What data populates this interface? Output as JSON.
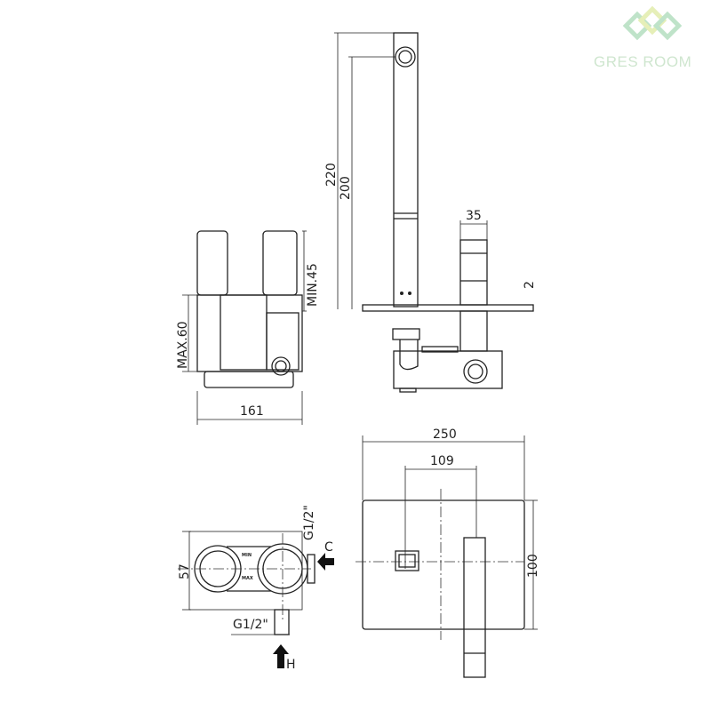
{
  "logo": {
    "text": "GRES ROOM",
    "colors": {
      "green": "#bfe3c9",
      "yellow": "#e6efb8"
    }
  },
  "side_view": {
    "max_label": "MAX.60",
    "min_label": "MIN.45",
    "width_label": "161"
  },
  "front_view": {
    "height_total": "220",
    "height_spout": "200",
    "handle_width": "35",
    "plate_thickness": "2"
  },
  "top_view": {
    "depth_label": "57",
    "cold_inlet": "G1/2\"",
    "cold_marker": "C",
    "hot_inlet": "G1/2\"",
    "hot_marker": "H",
    "min_mark": "MIN",
    "max_mark": "MAX"
  },
  "plate_view": {
    "plate_width": "250",
    "center_distance": "109",
    "plate_height": "100"
  }
}
